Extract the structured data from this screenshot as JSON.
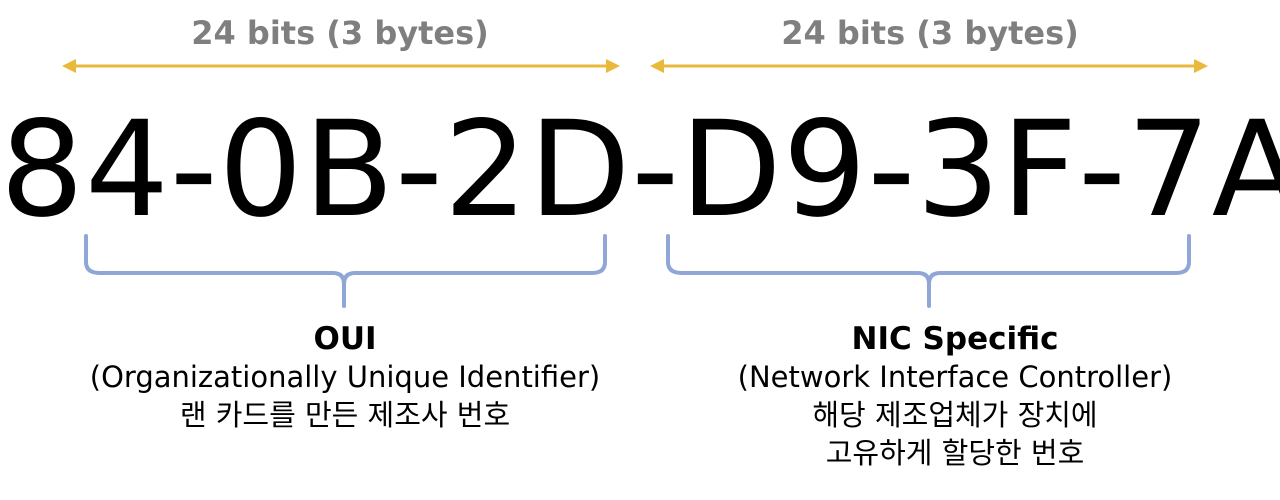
{
  "top_labels": {
    "left": "24 bits (3 bytes)",
    "right": "24 bits (3 bytes)"
  },
  "mac_address": "84-0B-2D-D9-3F-7A",
  "oui": {
    "title": "OUI",
    "subtitle": "(Organizationally Unique Identifier)",
    "description": "랜 카드를 만든 제조사 번호"
  },
  "nic": {
    "title": "NIC Specific",
    "subtitle": "(Network Interface Controller)",
    "description_line1": "해당 제조업체가 장치에",
    "description_line2": "고유하게 할당한 번호"
  },
  "colors": {
    "arrow": "#e8b93a",
    "brace": "#8fa6d6",
    "label_gray": "#7f7f7f"
  }
}
